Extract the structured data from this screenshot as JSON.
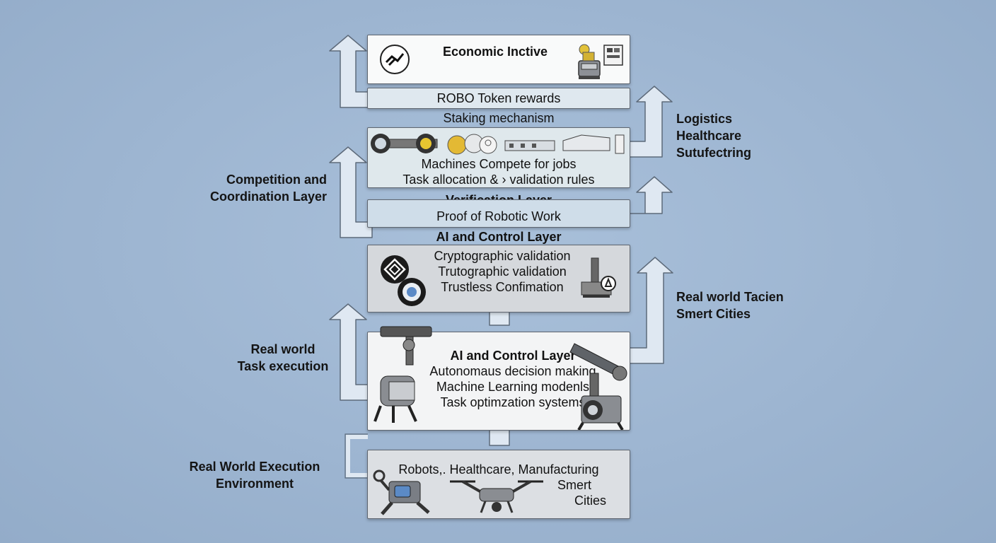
{
  "colors": {
    "background": "#9db5d1",
    "box_white": "#f9fafa",
    "box_light_blue": "#dfe8ef",
    "box_light_gray": "#e4e6e9",
    "box_gray": "#d5d8dc",
    "arrow_fill": "#dfe8f2"
  },
  "layers": {
    "economic": {
      "title": "Economic Inctive",
      "icons": [
        "scale-icon",
        "coin-machine-icon"
      ]
    },
    "token": {
      "line1": "ROBO Token rewards",
      "line2": "Staking mechanism"
    },
    "competition": {
      "line1": "Machines Compete for jobs",
      "line2": "Task allocation & › validation rules",
      "icons": [
        "robot-arm-icon",
        "coins-icon",
        "factory-line-icon"
      ]
    },
    "verification": {
      "title": "Verification Layer",
      "line1": "Proof of Robotic Work"
    },
    "ai_header": {
      "title": "AI and Control Layer"
    },
    "crypto": {
      "line1": "Cryptographic validation",
      "line2": "Trutographic validation",
      "line3": "Trustless Confimation",
      "icons": [
        "diamond-chip-icon",
        "blockchain-node-icon",
        "validation-machine-icon"
      ]
    },
    "ai_control": {
      "title": "AI and Control Layer",
      "line1": "Autonomaus decision making",
      "line2": "Machine Learning modenls",
      "line3": "Task optimzation systems",
      "icons": [
        "robotic-claw-icon",
        "telescope-robot-icon"
      ]
    },
    "execution": {
      "line1": "Robots,. Healthcare, Manufacturing",
      "line2": "Smert",
      "line3": "Cities",
      "icons": [
        "walking-robot-icon",
        "drone-icon"
      ]
    }
  },
  "side_labels": {
    "competition": [
      "Competition and",
      "Coordination Layer"
    ],
    "task_execution": [
      "Real world",
      "Task execution"
    ],
    "environment": [
      "Real World Execution",
      "Environment"
    ],
    "logistics": [
      "Logistics",
      "Healthcare",
      "Sutufectring"
    ],
    "real_world_right": [
      "Real world Tacien",
      "Smert Cities"
    ]
  }
}
